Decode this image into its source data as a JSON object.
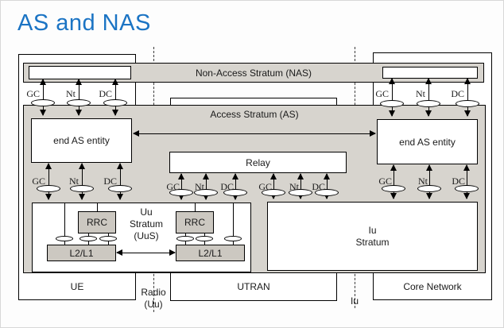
{
  "title": "AS and NAS",
  "colors": {
    "title_blue": "#1b74c4",
    "stratum_gray": "#d7d4ce",
    "block_gray": "#ccc8c1"
  },
  "non_access_stratum": {
    "label": "Non-Access Stratum (NAS)"
  },
  "access_stratum": {
    "label": "Access Stratum (AS)"
  },
  "entities": {
    "end_as_entity": "end AS entity",
    "relay": "Relay",
    "rrc": "RRC",
    "l2_l1": "L2/L1"
  },
  "sap": {
    "gc": "GC",
    "nt": "Nt",
    "dc": "DC"
  },
  "strata": {
    "uu_line1": "Uu",
    "uu_line2": "Stratum",
    "uu_line3": "(UuS)",
    "iu_line1": "Iu",
    "iu_line2": "Stratum"
  },
  "columns": {
    "ue": "UE",
    "utran": "UTRAN",
    "core_network": "Core Network"
  },
  "interfaces": {
    "radio_line1": "Radio",
    "radio_line2": "(Uu)",
    "iu": "Iu"
  }
}
